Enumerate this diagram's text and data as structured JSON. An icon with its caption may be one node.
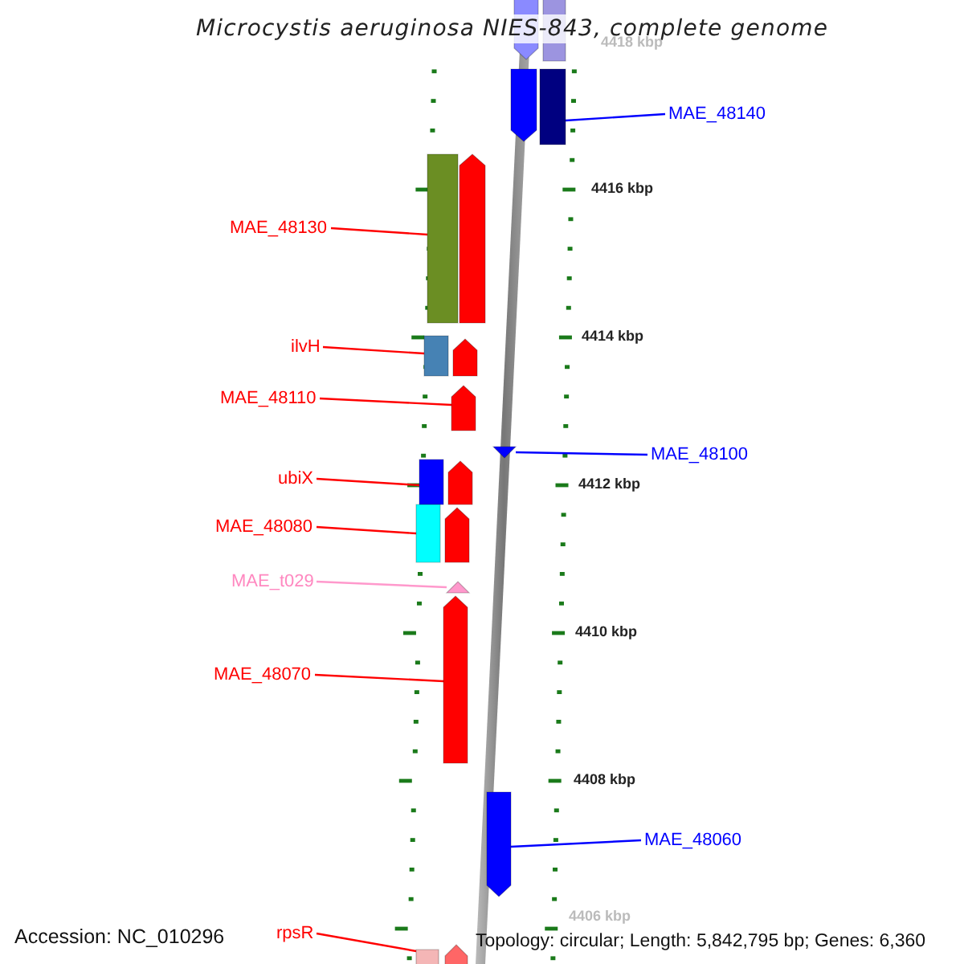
{
  "diagram": {
    "title": "Microcystis aeruginosa NIES-843, complete genome",
    "nodes": [
      {
        "text": [
          "MAE_48140"
        ]
      },
      {
        "text": [],
        "shape": "bar"
      },
      {
        "text": [
          "MAE_48130"
        ]
      },
      {
        "text": [],
        "shape": "bar"
      },
      {
        "text": [
          "ilvH"
        ]
      },
      {
        "text": [],
        "shape": "bar"
      },
      {
        "text": [
          "MAE_48110"
        ]
      },
      {
        "text": [],
        "shape": "arrow"
      },
      {
        "text": [
          "MAE_48100"
        ]
      },
      {
        "text": [],
        "shape": "triangle"
      },
      {
        "text": [
          "ubiX"
        ]
      },
      {
        "text": [],
        "shape": "bar"
      },
      {
        "text": [
          "MAE_48080"
        ]
      },
      {
        "text": [],
        "shape": "bar"
      },
      {
        "text": [
          "MAE_t029"
        ]
      },
      {
        "text": [],
        "shape": "triangle"
      },
      {
        "text": [
          "MAE_48070"
        ]
      },
      {
        "text": [],
        "shape": "arrow"
      },
      {
        "text": [
          "MAE_48060"
        ]
      },
      {
        "text": [],
        "shape": "arrow"
      },
      {
        "text": [
          "rpsR"
        ]
      },
      {
        "text": [],
        "shape": "bar"
      }
    ],
    "edges": [
      {
        "from": 0,
        "to": 1,
        "arrow": "none",
        "color": "#0000ff"
      },
      {
        "from": 2,
        "to": 3,
        "arrow": "none"
      },
      {
        "from": 4,
        "to": 5,
        "arrow": "none"
      },
      {
        "from": 6,
        "to": 7,
        "arrow": "none"
      },
      {
        "from": 8,
        "to": 9,
        "arrow": "none",
        "color": "#0000ff"
      },
      {
        "from": 10,
        "to": 11,
        "arrow": "none"
      },
      {
        "from": 12,
        "to": 13,
        "arrow": "none"
      },
      {
        "from": 14,
        "to": 15,
        "arrow": "none",
        "color": "#ff99cc"
      },
      {
        "from": 16,
        "to": 17,
        "arrow": "none"
      },
      {
        "from": 18,
        "to": 19,
        "arrow": "none",
        "color": "#0000ff"
      },
      {
        "from": 20,
        "to": 21,
        "arrow": "none"
      }
    ],
    "labels": [
      "4418 kbp",
      "4416 kbp",
      "4414 kbp",
      "4412 kbp",
      "4410 kbp",
      "4408 kbp",
      "4406 kbp",
      "Accession: NC_010296",
      "Topology: circular; Length: 5,842,795 bp; Genes: 6,360"
    ]
  }
}
